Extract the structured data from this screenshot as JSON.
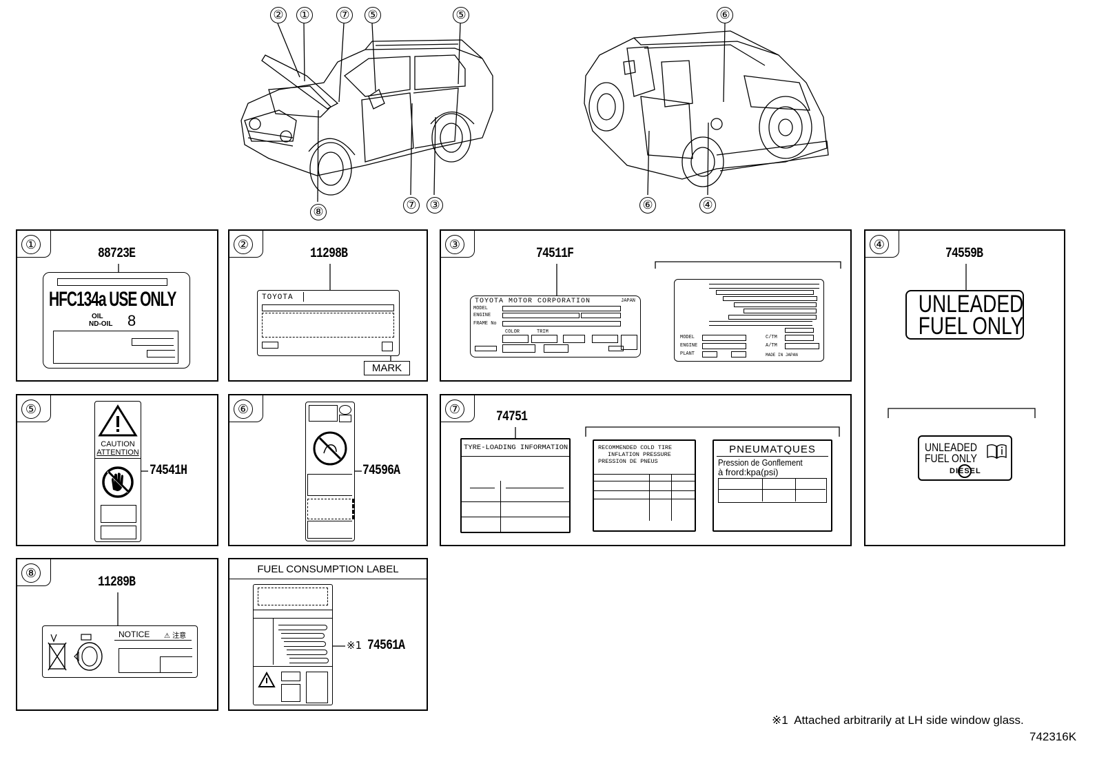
{
  "diagram_id": "742316K",
  "footnote": "※1  Attached arbitrarily at LH side window glass.",
  "callouts": {
    "front": [
      "②",
      "①",
      "⑦",
      "⑤",
      "⑤",
      "⑧",
      "⑦",
      "③"
    ],
    "rear": [
      "⑥",
      "⑥",
      "④"
    ]
  },
  "panels": {
    "p1": {
      "ref": "①",
      "part": "88723E",
      "line1": "HFC134a USE ONLY",
      "line2a": "OIL",
      "line2b": "ND-OIL",
      "line2c": "8"
    },
    "p2": {
      "ref": "②",
      "part": "11298B",
      "brand": "TOYOTA",
      "mark": "MARK"
    },
    "p3": {
      "ref": "③",
      "part": "74511F",
      "maker": "TOYOTA MOTOR CORPORATION",
      "country": "JAPAN",
      "model": "MODEL",
      "engine": "ENGINE",
      "frame": "FRAME No",
      "color": "COLOR",
      "trim": "TRIM",
      "model2": "MODEL",
      "engine2": "ENGINE",
      "plant": "PLANT",
      "ctm": "C/TM",
      "atm": "A/TM",
      "made": "MADE IN JAPAN"
    },
    "p4": {
      "ref": "④",
      "part": "74559B",
      "big1": "UNLEADED",
      "big2": "FUEL ONLY",
      "small1": "UNLEADED",
      "small2": "FUEL ONLY",
      "small3": "DIESEL"
    },
    "p5": {
      "ref": "⑤",
      "part": "74541H",
      "caution": "CAUTION",
      "attention": "ATTENTION"
    },
    "p6": {
      "ref": "⑥",
      "part": "74596A"
    },
    "p7": {
      "ref": "⑦",
      "part": "74751",
      "tyre": "TYRE-LOADING INFORMATION",
      "rec1": "RECOMMENDED COLD TIRE",
      "rec2": "INFLATION PRESSURE",
      "rec3": "PRESSION DE PNEUS",
      "pneu": "PNEUMATQUES",
      "pneu1": "Pression de Gonflement",
      "pneu2": "à frord:kpa(psi)"
    },
    "p8": {
      "ref": "⑧",
      "part": "11289B",
      "notice": "NOTICE",
      "warn": "⚠ 注意"
    },
    "p9": {
      "title": "FUEL CONSUMPTION LABEL",
      "note": "※1",
      "part": "74561A"
    }
  }
}
